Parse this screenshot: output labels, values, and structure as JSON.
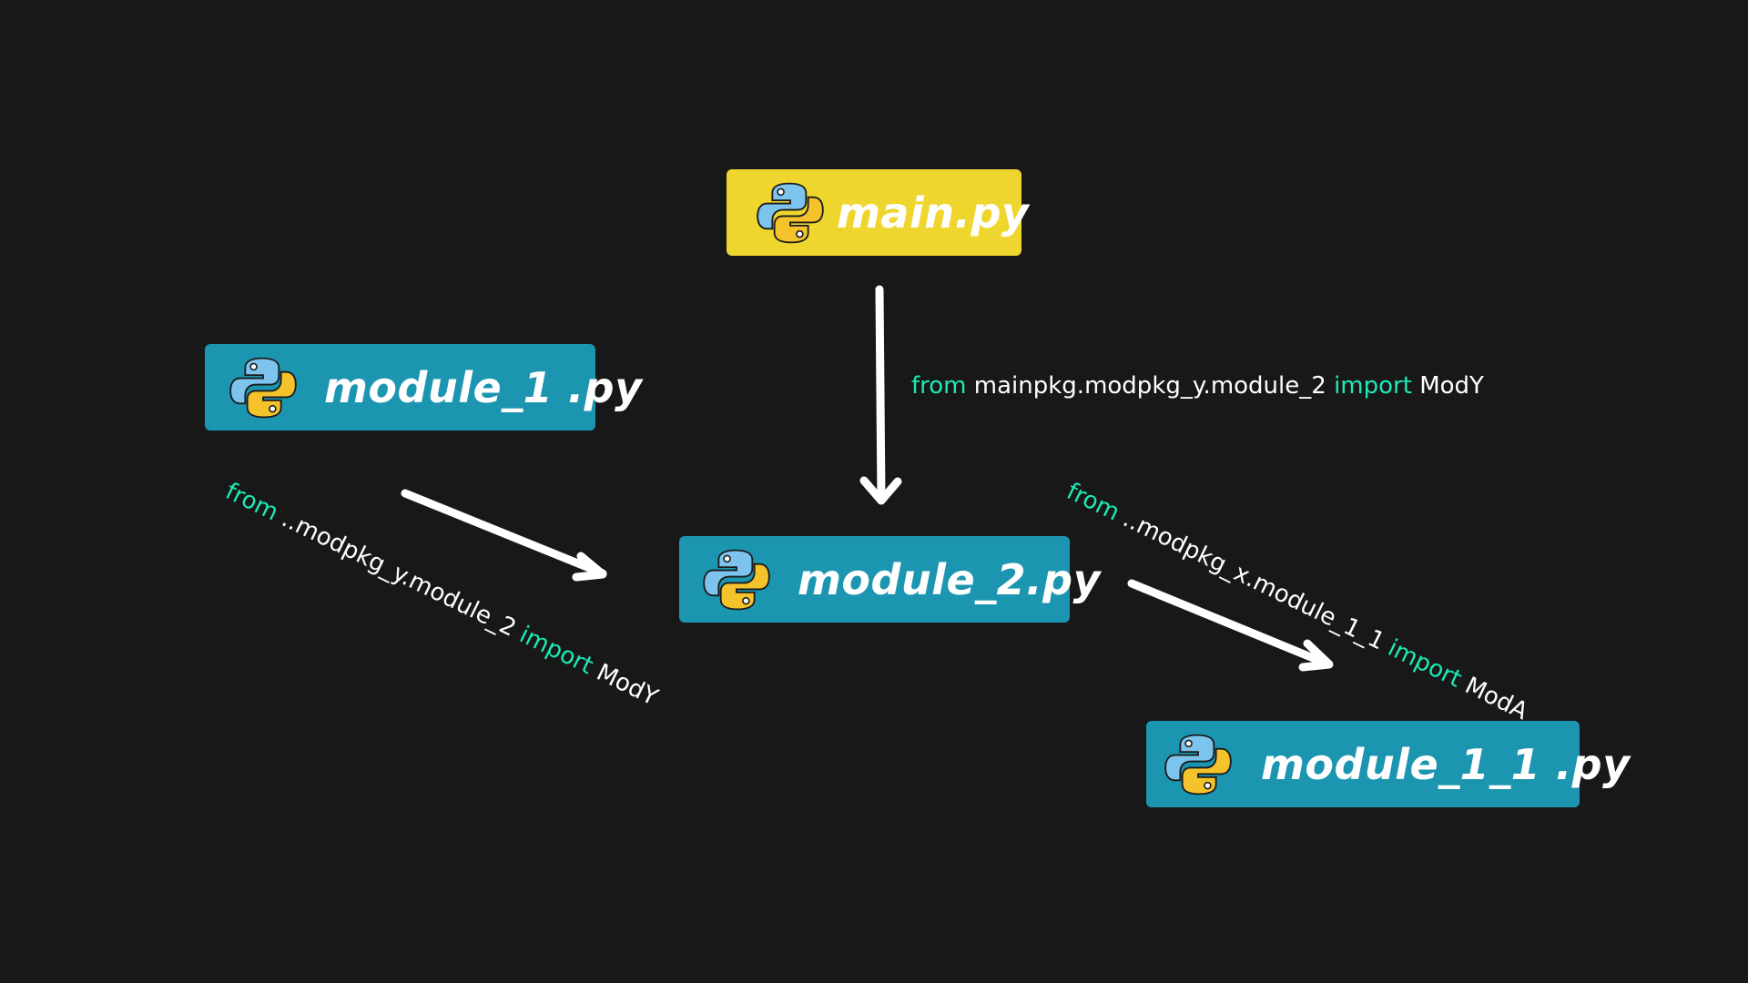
{
  "nodes": {
    "main": {
      "label": "main.py",
      "color": "#efd62f",
      "icon": "python-icon"
    },
    "module_1": {
      "label": "module_1 .py",
      "color": "#1c96b0",
      "icon": "python-icon"
    },
    "module_2": {
      "label": "module_2.py",
      "color": "#1c96b0",
      "icon": "python-icon"
    },
    "module_1_1": {
      "label": "module_1_1 .py",
      "color": "#1c96b0",
      "icon": "python-icon"
    }
  },
  "edges": {
    "main_to_module_2": {
      "kw_from": "from",
      "module": "mainpkg.modpkg_y.module_2",
      "kw_import": "import",
      "name": "ModY"
    },
    "module_1_to_module_2": {
      "kw_from": "from",
      "module": "..modpkg_y.module_2",
      "kw_import": "import",
      "name": "ModY"
    },
    "module_2_to_module_1_1": {
      "kw_from": "from",
      "module": "..modpkg_x.module_1_1",
      "kw_import": "import",
      "name": "ModA"
    }
  },
  "colors": {
    "background": "#181818",
    "keyword": "#1de9b6",
    "text": "#ffffff",
    "arrow": "#ffffff"
  }
}
